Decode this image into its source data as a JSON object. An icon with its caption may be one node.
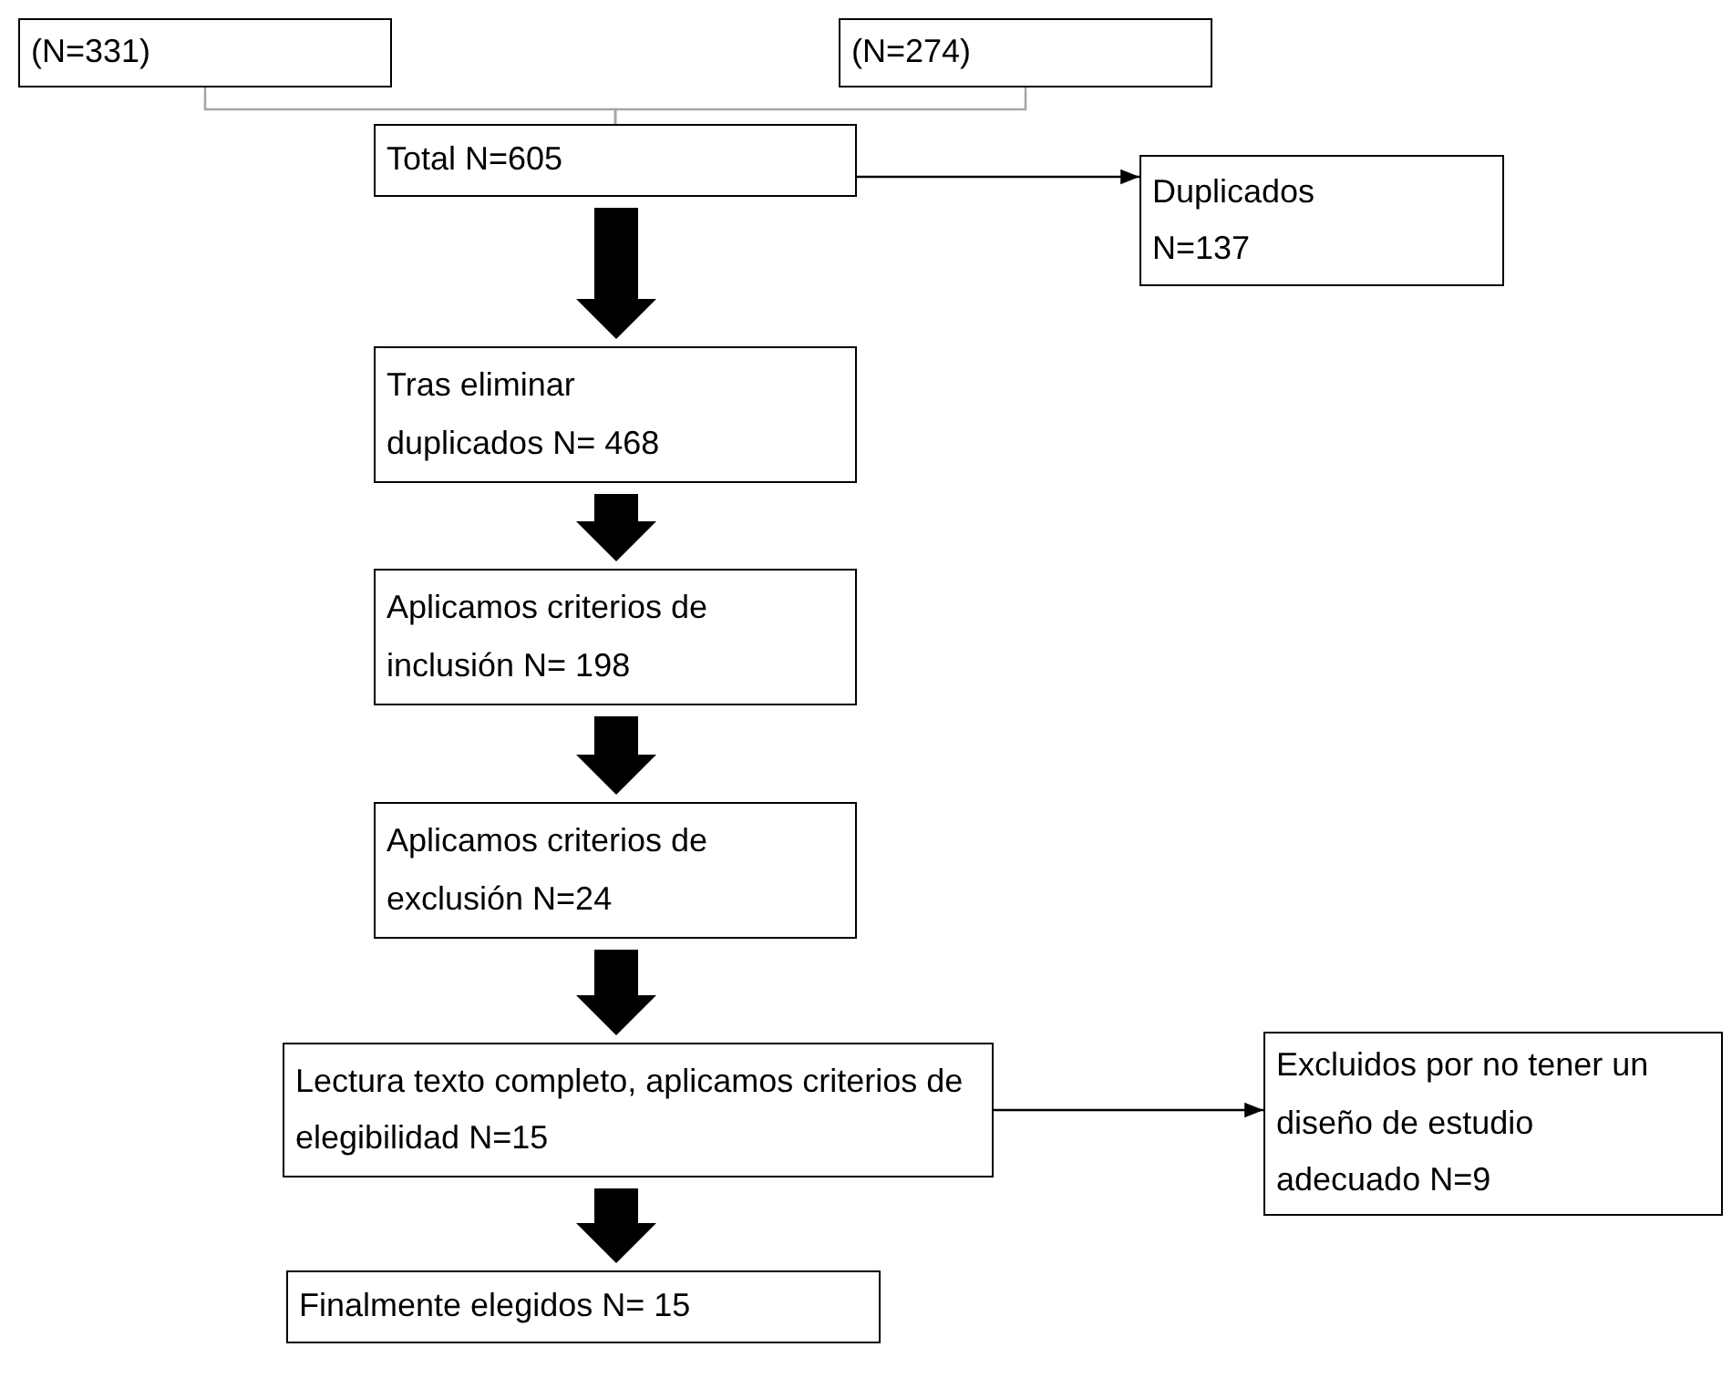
{
  "diagram": {
    "nodes": [
      {
        "text": [
          "(N=331)"
        ]
      },
      {
        "text": [
          "(N=274)"
        ]
      },
      {
        "text": [
          "Total N=605"
        ]
      },
      {
        "text": [
          "Duplicados N=137"
        ]
      },
      {
        "text": [
          "Tras eliminar duplicados N= 468"
        ]
      },
      {
        "text": [
          "Aplicamos criterios de inclusión N= 198"
        ]
      },
      {
        "text": [
          "Aplicamos criterios de exclusión N=24"
        ]
      },
      {
        "text": [
          "Lectura texto completo, aplicamos criterios de elegibilidad N=15"
        ]
      },
      {
        "text": [
          "Finalmente elegidos N= 15"
        ]
      },
      {
        "text": [
          "Excluidos por no tener un diseño de estudio adecuado N=9"
        ]
      }
    ],
    "edges": [
      {
        "from": 0,
        "to": 2,
        "arrow": "none",
        "color": "#a6a6a6"
      },
      {
        "from": 1,
        "to": 2,
        "arrow": "none",
        "color": "#a6a6a6"
      },
      {
        "from": 2,
        "to": 3,
        "arrow": "to",
        "color": "#000000"
      },
      {
        "from": 2,
        "to": 4,
        "arrow": "to",
        "style": "thick"
      },
      {
        "from": 4,
        "to": 5,
        "arrow": "to",
        "style": "thick"
      },
      {
        "from": 5,
        "to": 6,
        "arrow": "to",
        "style": "thick"
      },
      {
        "from": 6,
        "to": 7,
        "arrow": "to",
        "style": "thick"
      },
      {
        "from": 7,
        "to": 8,
        "arrow": "to",
        "style": "thick"
      },
      {
        "from": 7,
        "to": 9,
        "arrow": "to",
        "color": "#000000"
      }
    ]
  }
}
